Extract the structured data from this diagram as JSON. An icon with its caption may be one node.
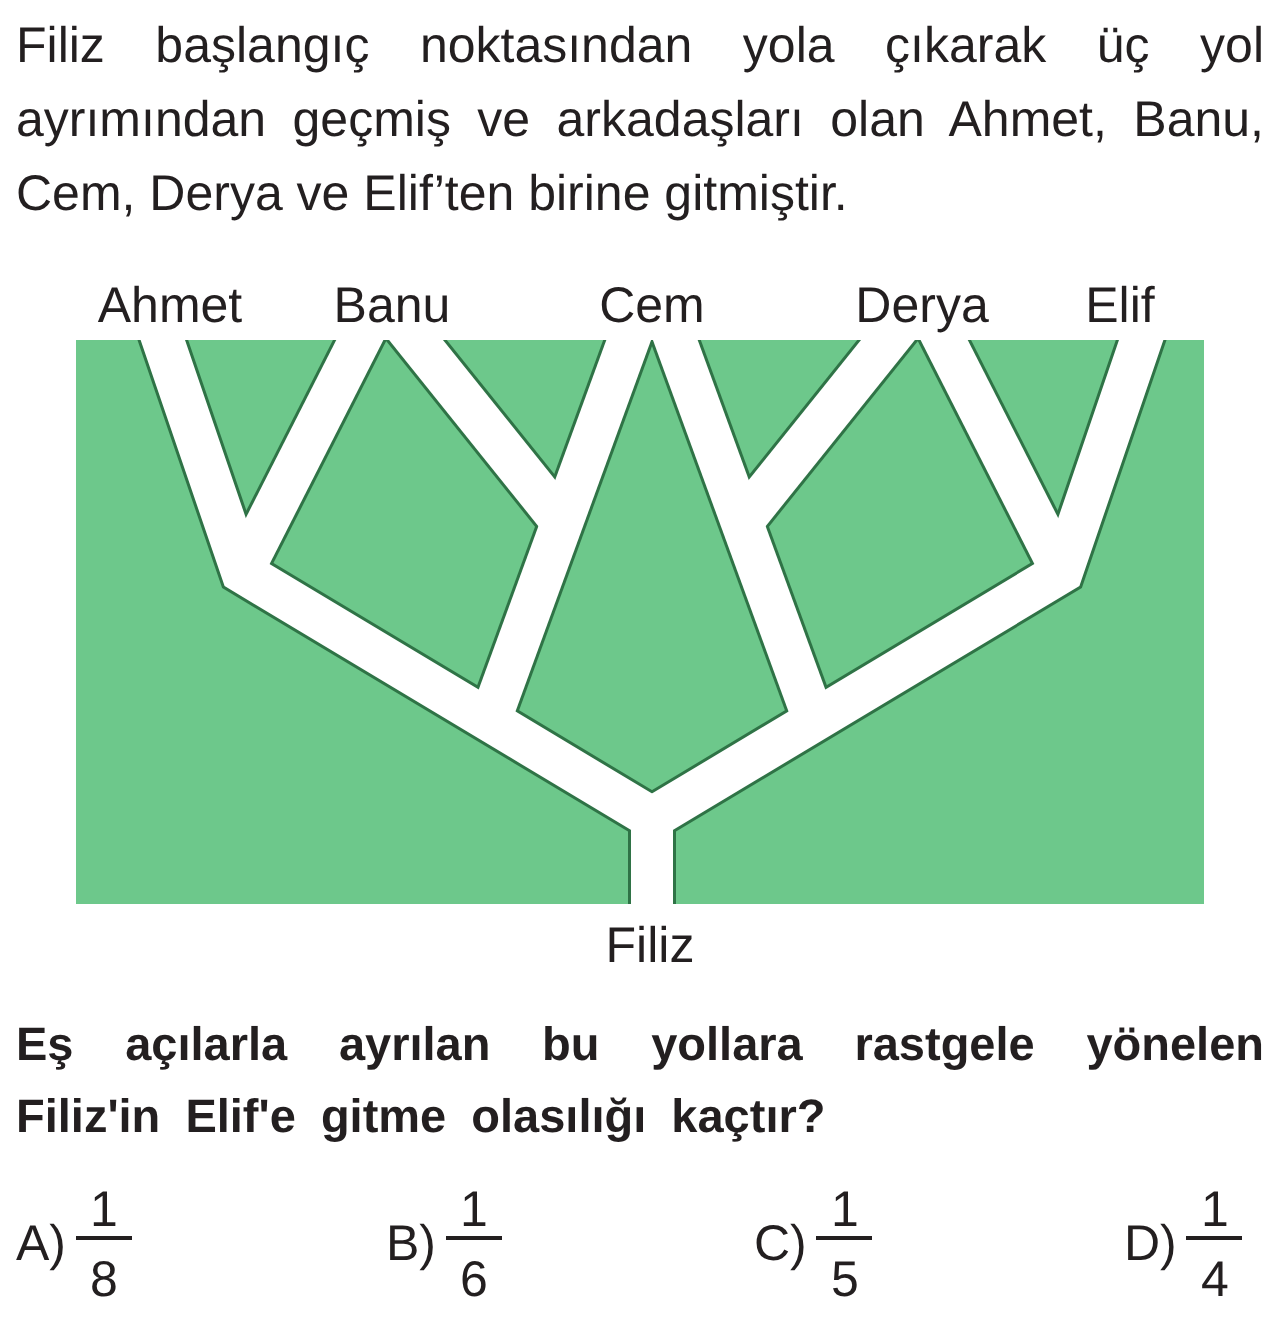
{
  "diagram": {
    "labels": [
      "Filiz başlangıç noktasından yola çıkarak üç yol ayrımından geçmiş ve arkadaşları olan Ahmet, Banu, Cem, Derya ve Elif’ten birine gitmiştir.",
      "Ahmet",
      "Banu",
      "Cem",
      "Derya",
      "Elif",
      "Filiz",
      "Eş açılarla ayrılan bu yollara rastgele yönelen Filiz'in Elif'e gitme olasılığı kaçtır?",
      "A)",
      "1",
      "8",
      "B)",
      "1",
      "6",
      "C)",
      "1",
      "5",
      "D)",
      "1",
      "4"
    ]
  }
}
